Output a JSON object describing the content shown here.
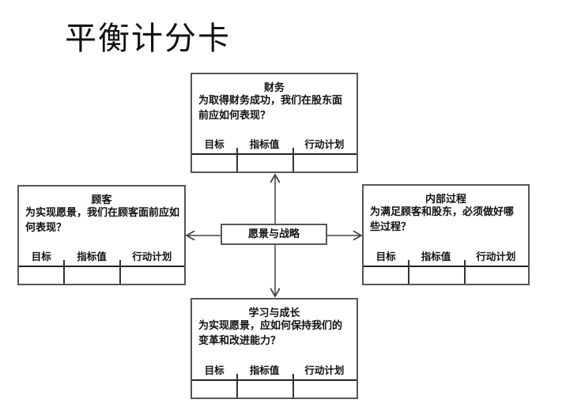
{
  "title": "平衡计分卡",
  "center": {
    "label": "愿景与战略"
  },
  "cards": {
    "top": {
      "heading": "财务",
      "question": "为取得财务成功，我们在股东面前应如何表现？",
      "columns": [
        "目标",
        "指标值",
        "行动计划"
      ]
    },
    "left": {
      "heading": "顾客",
      "question": "为实现愿景，我们在顾客面前应如何表现？",
      "columns": [
        "目标",
        "指标值",
        "行动计划"
      ]
    },
    "right": {
      "heading": "内部过程",
      "question": "为满足顾客和股东，必须做好哪些过程？",
      "columns": [
        "目标",
        "指标值",
        "行动计划"
      ]
    },
    "bottom": {
      "heading": "学习与成长",
      "question": "为实现愿景，应如何保持我们的变革和改进能力？",
      "columns": [
        "目标",
        "指标值",
        "行动计划"
      ]
    }
  }
}
